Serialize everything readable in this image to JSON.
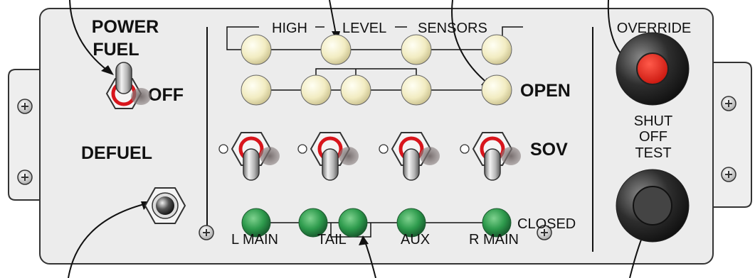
{
  "left_section": {
    "power_label": "POWER",
    "fuel_label": "FUEL",
    "off_label": "OFF",
    "defuel_label": "DEFUEL"
  },
  "center_section": {
    "group_high": "HIGH",
    "group_level": "LEVEL",
    "group_sensors": "SENSORS",
    "open_label": "OPEN",
    "sov_label": "SOV",
    "closed_label": "CLOSED",
    "tank_l_main": "L MAIN",
    "tank_tail": "TAIL",
    "tank_aux": "AUX",
    "tank_r_main": "R MAIN"
  },
  "right_section": {
    "override_label": "OVERRIDE",
    "shut_label": "SHUT",
    "off_label": "OFF",
    "test_label": "TEST"
  },
  "colors": {
    "panel_fill": "#ececec",
    "panel_stroke": "#333333",
    "light_high_level": "#f4efc6",
    "light_closed": "#2d9a4c",
    "override_button": "#e2231a",
    "shutoff_button": "#444444",
    "switch_red_ring": "#d8151c"
  }
}
